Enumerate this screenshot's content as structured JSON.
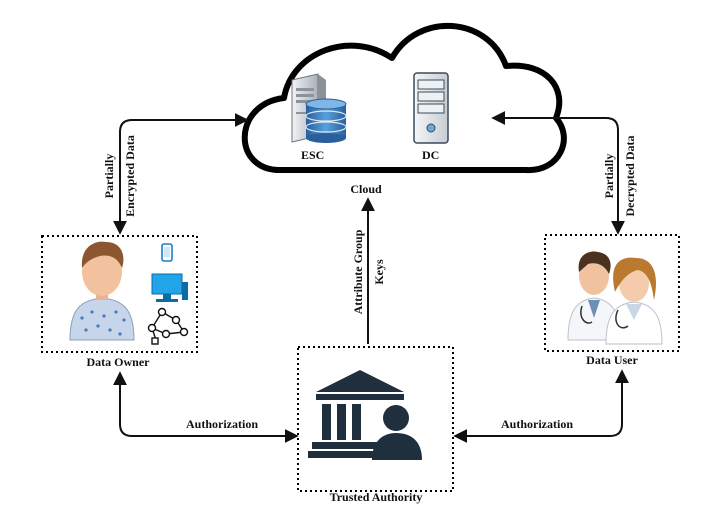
{
  "cloud": {
    "label": "Cloud",
    "esc_label": "ESC",
    "dc_label": "DC"
  },
  "nodes": {
    "data_owner": "Data Owner",
    "data_user": "Data User",
    "trusted_authority": "Trusted Authority"
  },
  "edges": {
    "owner_to_cloud": [
      "Partially",
      "Encrypted Data"
    ],
    "cloud_to_user": [
      "Partially",
      "Decrypted Data"
    ],
    "authority_to_cloud": [
      "Attribute Group",
      "Keys"
    ],
    "authority_owner": "Authorization",
    "authority_user": "Authorization"
  },
  "colors": {
    "line": "#111111",
    "authority_icon": "#1f2f3d",
    "monitor": "#22a5e8",
    "server_body": "#d9dde2",
    "database": "#2f6fb0"
  },
  "icons": {
    "esc": "server-database-icon",
    "dc": "server-tower-icon",
    "owner": "patient-icon",
    "user": "doctors-icon",
    "authority": "authority-building-icon"
  }
}
